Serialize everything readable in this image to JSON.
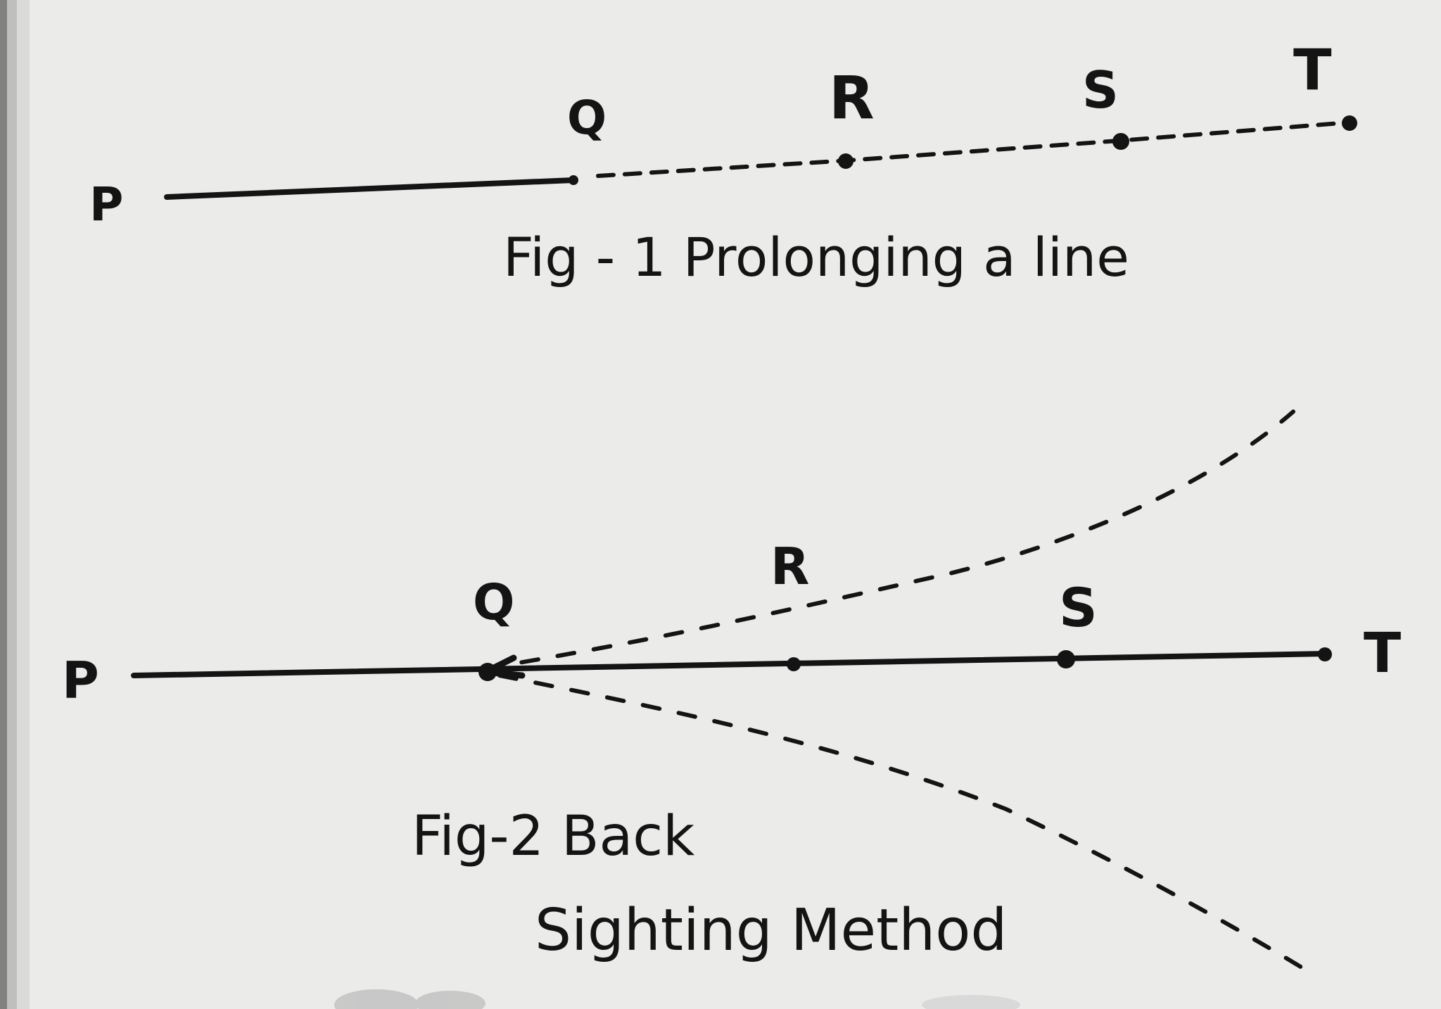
{
  "figure1": {
    "points": {
      "P": "P",
      "Q": "Q",
      "R": "R",
      "S": "S",
      "T": "T"
    },
    "caption": "Fig - 1 Prolonging a line"
  },
  "figure2": {
    "points": {
      "P": "P",
      "Q": "Q",
      "R": "R",
      "S": "S",
      "T": "T"
    },
    "caption_line1": "Fig-2 Back",
    "caption_line2": "Sighting Method"
  },
  "colors": {
    "paper": "#ebebea",
    "ink": "#141414"
  }
}
